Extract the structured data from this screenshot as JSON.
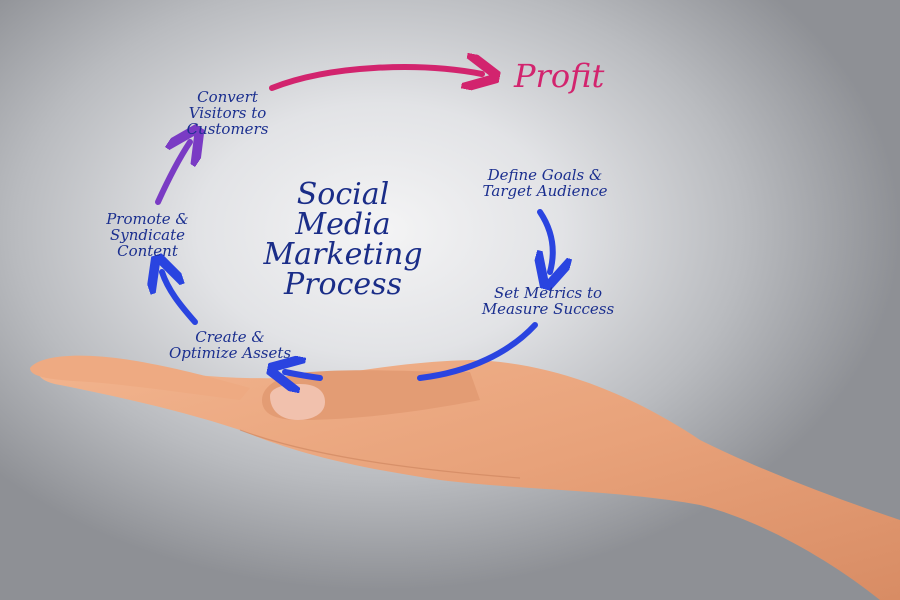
{
  "diagram": {
    "title_lines": [
      "Social",
      "Media",
      "Marketing",
      "Process"
    ],
    "outcome": "Profit",
    "steps": [
      {
        "lines": [
          "Define Goals &",
          "Target Audience"
        ]
      },
      {
        "lines": [
          "Set Metrics to",
          "Measure Success"
        ]
      },
      {
        "lines": [
          "Create &",
          "Optimize Assets"
        ]
      },
      {
        "lines": [
          "Promote &",
          "Syndicate",
          "Content"
        ]
      },
      {
        "lines": [
          "Convert",
          "Visitors to",
          "Customers"
        ]
      }
    ],
    "colors": {
      "text": "#1b2f8f",
      "arrow_blue": "#2a44e0",
      "arrow_purple": "#7a3bc4",
      "arrow_pink": "#d2246e",
      "background": "#c9cacd",
      "skin": "#e9a47c"
    }
  }
}
